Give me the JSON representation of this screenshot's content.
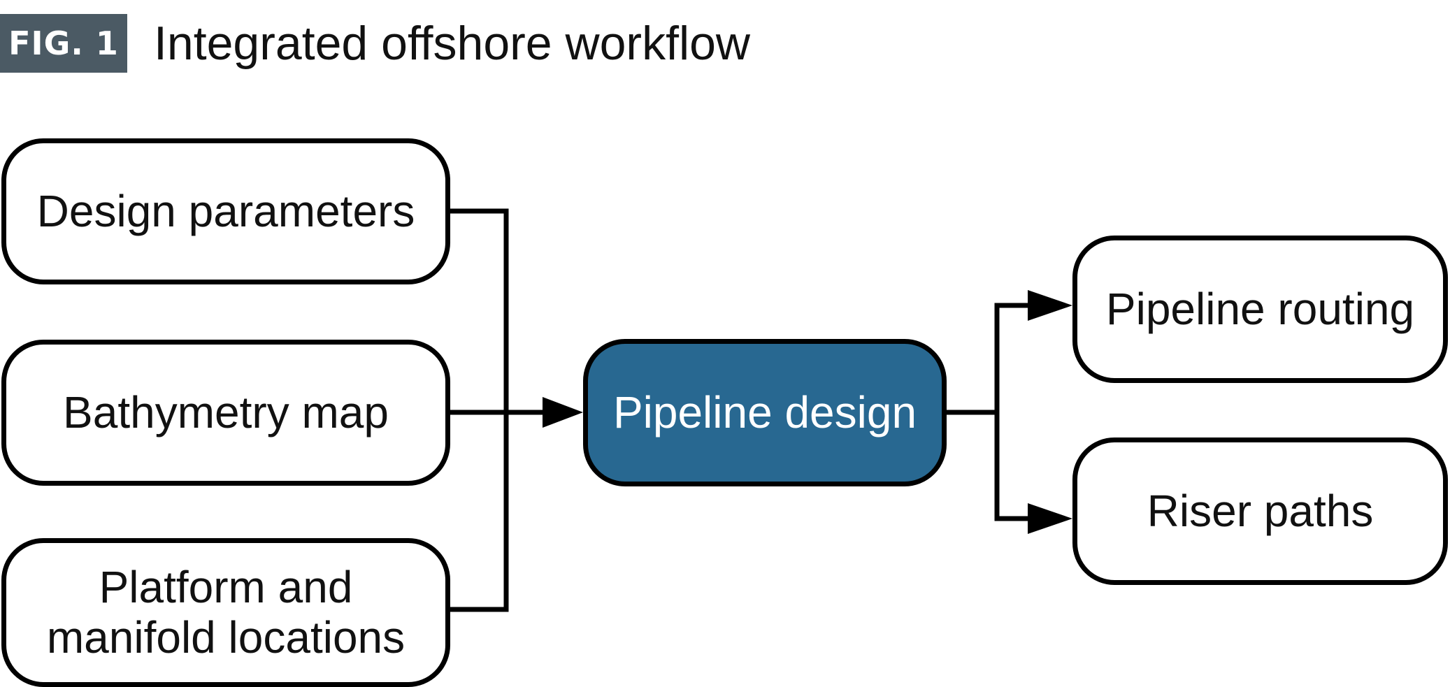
{
  "figure": {
    "label": "FIG. 1",
    "title": "Integrated offshore workflow"
  },
  "nodes": {
    "design_parameters": "Design parameters",
    "bathymetry_map": "Bathymetry map",
    "platform_locations": "Platform and\nmanifold locations",
    "pipeline_design": "Pipeline design",
    "pipeline_routing": "Pipeline routing",
    "riser_paths": "Riser paths"
  },
  "colors": {
    "badge": "#4b5a64",
    "center_node": "#286891",
    "stroke": "#000000"
  }
}
